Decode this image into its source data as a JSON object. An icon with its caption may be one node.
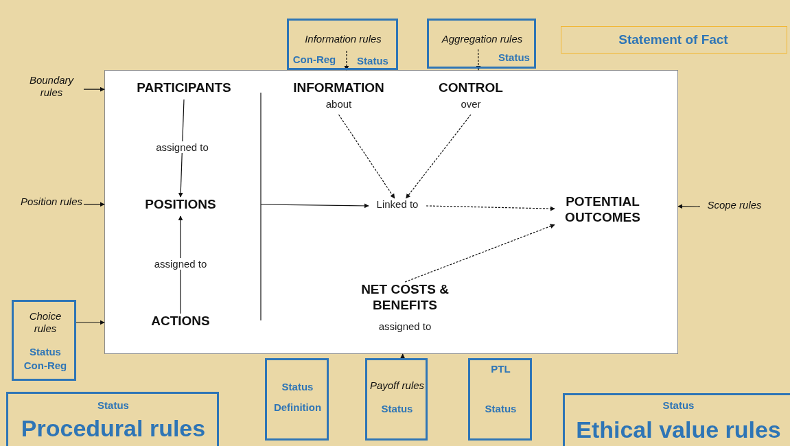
{
  "diagram": {
    "nodes": [
      {
        "text": [],
        "shape": "box"
      },
      {
        "text": [
          "PARTICIPANTS"
        ],
        "in": 0
      },
      {
        "text": [
          "POSITIONS"
        ],
        "in": 0
      },
      {
        "text": [
          "ACTIONS"
        ],
        "in": 0
      },
      {
        "text": [
          "INFORMATION",
          "about"
        ],
        "in": 0
      },
      {
        "text": [
          "CONTROL",
          "over"
        ],
        "in": 0
      },
      {
        "text": [
          "Linked to"
        ],
        "in": 0
      },
      {
        "text": [
          "POTENTIAL OUTCOMES"
        ],
        "in": 0
      },
      {
        "text": [
          "NET COSTS & BENEFITS",
          "assigned to"
        ],
        "in": 0
      },
      {
        "text": [
          "Boundary rules"
        ]
      },
      {
        "text": [
          "Position rules"
        ]
      },
      {
        "text": [
          "Choice rules",
          "Status",
          "Con-Reg"
        ]
      },
      {
        "text": [
          "Information rules",
          "Con-Reg",
          "Status"
        ]
      },
      {
        "text": [
          "Aggregation rules",
          "Status"
        ]
      },
      {
        "text": [
          "Statement of Fact"
        ]
      },
      {
        "text": [
          "Scope rules"
        ]
      },
      {
        "text": [
          "Status",
          "Definition"
        ]
      },
      {
        "text": [
          "Payoff rules",
          "Status"
        ]
      },
      {
        "text": [
          "PTL",
          "Status"
        ]
      },
      {
        "text": [
          "Status",
          "Procedural rules"
        ]
      },
      {
        "text": [
          "Status",
          "Ethical value rules"
        ]
      }
    ],
    "edges": [
      {
        "from": 9,
        "to": 0,
        "arrow": "to"
      },
      {
        "from": 10,
        "to": 0,
        "arrow": "to"
      },
      {
        "from": 11,
        "to": 0,
        "arrow": "to"
      },
      {
        "from": 12,
        "to": 0,
        "arrow": "to",
        "style": "dashed"
      },
      {
        "from": 13,
        "to": 0,
        "arrow": "to",
        "style": "dashed"
      },
      {
        "from": 15,
        "to": 0,
        "arrow": "to"
      },
      {
        "from": 17,
        "to": 0,
        "arrow": "to"
      },
      {
        "from": 1,
        "to": 2,
        "arrow": "to",
        "label": "assigned to"
      },
      {
        "from": 3,
        "to": 2,
        "arrow": "to",
        "label": "assigned to"
      },
      {
        "from": 4,
        "to": 6,
        "arrow": "to",
        "style": "dashed"
      },
      {
        "from": 5,
        "to": 6,
        "arrow": "to",
        "style": "dashed"
      },
      {
        "from": null,
        "to": 6,
        "arrow": "to"
      },
      {
        "from": 6,
        "to": 7,
        "arrow": "to",
        "style": "dashed"
      },
      {
        "from": 8,
        "to": 7,
        "arrow": "to",
        "style": "dashed"
      }
    ]
  }
}
